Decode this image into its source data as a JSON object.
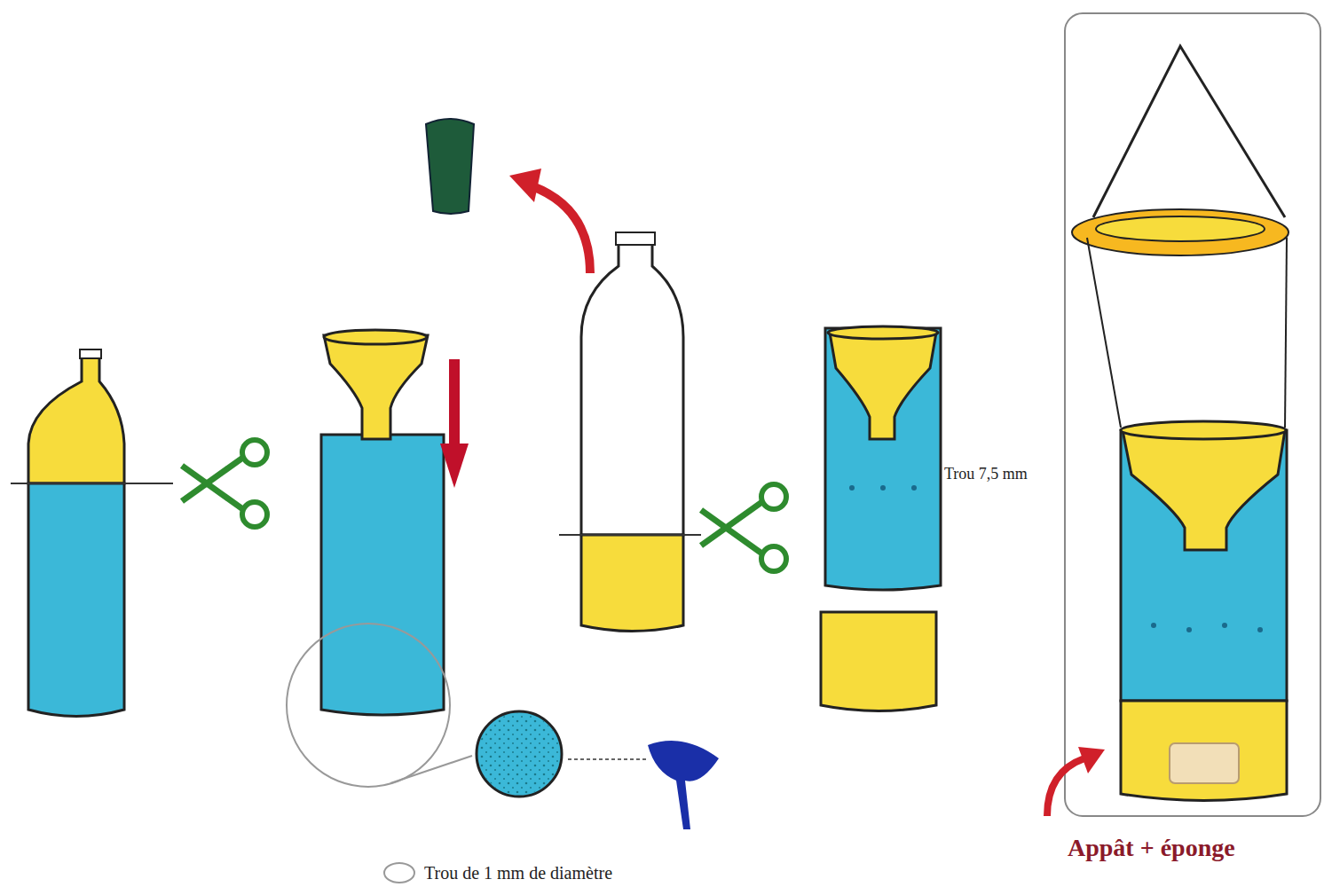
{
  "diagram": {
    "labels": [
      "Trou 7,5 mm",
      "Appât + éponge"
    ],
    "legend": [
      {
        "text": "Trou de 1 mm de diamètre"
      }
    ]
  }
}
